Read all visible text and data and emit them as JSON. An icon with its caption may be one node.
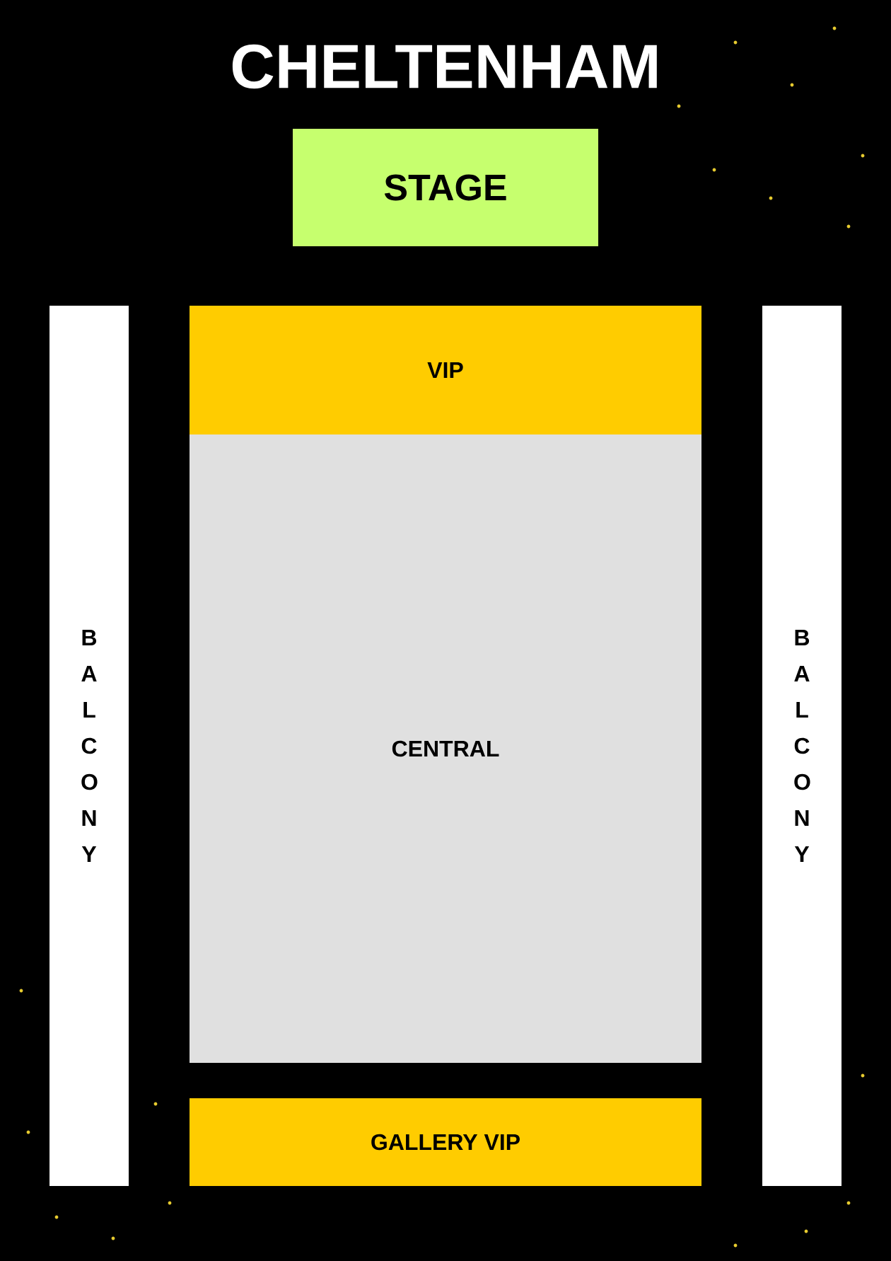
{
  "diagram": {
    "title": "CHELTENHAM",
    "nodes": [
      {
        "text": [
          "STAGE"
        ]
      },
      {
        "text": [
          "VIP"
        ]
      },
      {
        "text": [
          "CENTRAL"
        ]
      },
      {
        "text": [
          "GALLERY VIP"
        ]
      },
      {
        "text": [
          "BALCONY"
        ]
      },
      {
        "text": [
          "BALCONY"
        ]
      }
    ]
  }
}
